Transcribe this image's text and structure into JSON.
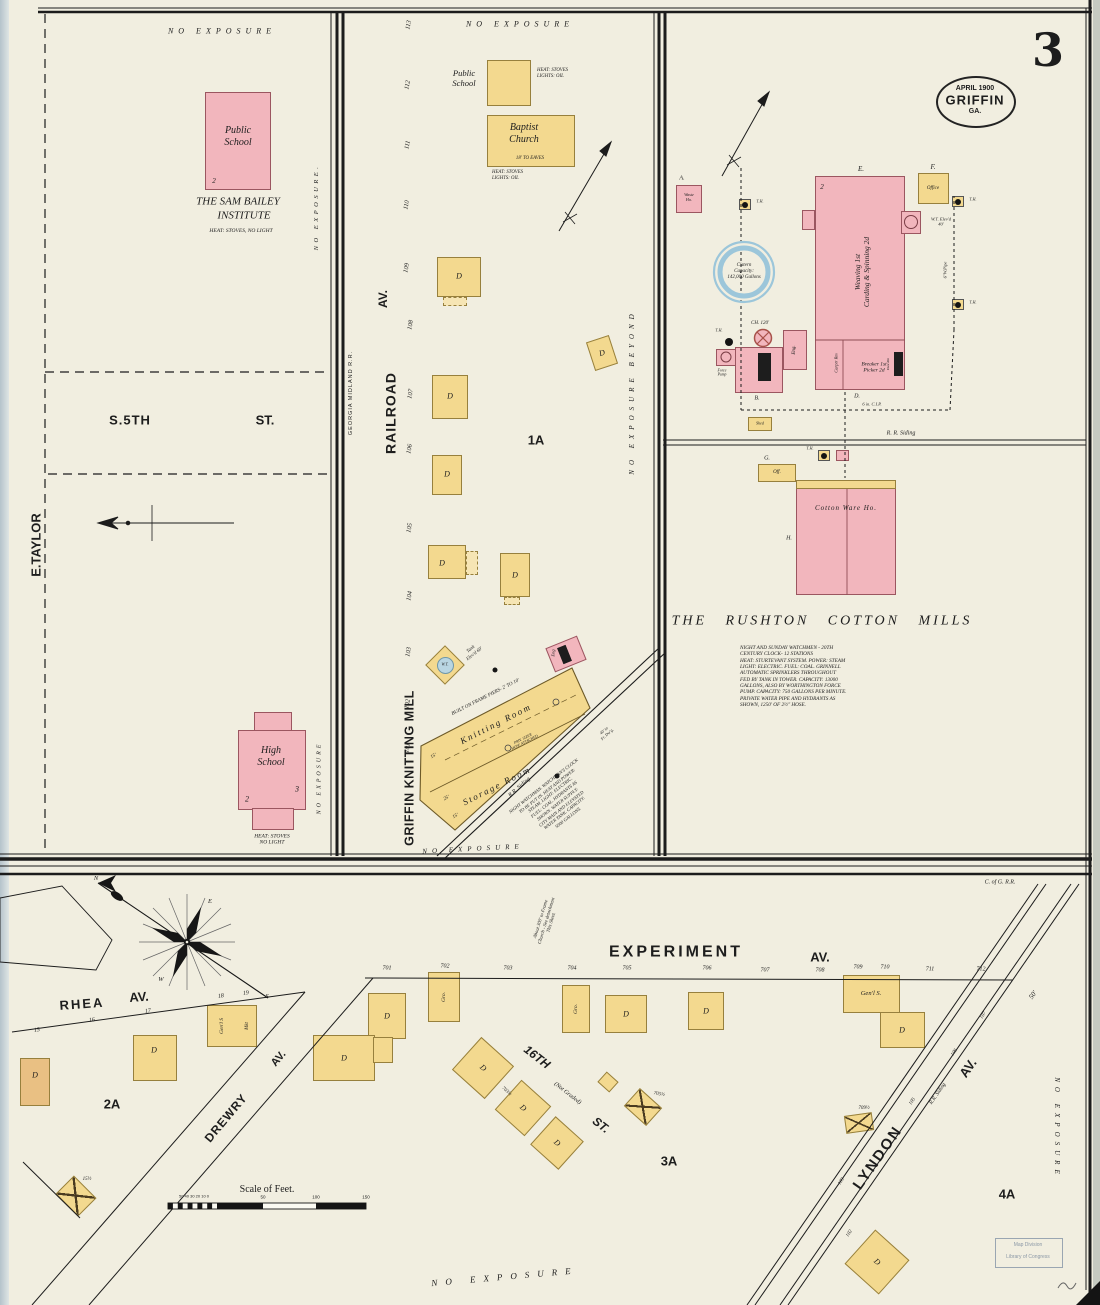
{
  "sheet": {
    "number": "3",
    "oval_line1": "APRIL 1900",
    "oval_line2": "GRIFFIN",
    "oval_line3": "GA."
  },
  "common": {
    "d": "D",
    "th": "T.H.",
    "gro": "Gro."
  },
  "blockA": {
    "no_exposure_top": "No Exposure",
    "public_school": "Public\nSchool",
    "ps_num": "2",
    "institute_line1": "The Sam Bailey",
    "institute_line2": "Institute",
    "institute_note": "Heat: Stoves, No Light",
    "no_exposure_vert": "No Exposure.",
    "s5th": "S.5TH",
    "st": "ST.",
    "e_taylor": "E.TAYLOR",
    "high_school": "High\nSchool",
    "hs_num2": "2",
    "hs_num3": "3",
    "hs_note": "Heat: Stoves\nNo Light",
    "no_exposure_hs": "No Exposure"
  },
  "railroad": {
    "name": "RAILROAD",
    "av": "AV.",
    "gm": "Georgia Midland R.R.",
    "numbers": [
      "113",
      "112",
      "111",
      "110",
      "109",
      "108",
      "107",
      "106",
      "105",
      "104",
      "103",
      "102",
      "101"
    ]
  },
  "blockB": {
    "no_exposure_top": "No Exposure",
    "public_school": "Public\nSchool",
    "ps_note": "Heat: Stoves\nLights: Oil",
    "baptist": "Baptist\nChurch",
    "baptist_eaves": "18' to Eaves",
    "baptist_note": "Heat: Stoves\nLights: Oil",
    "block_1a": "1A",
    "wt": "W.T.",
    "tank_note": "Tank\nElev'd 60'",
    "piers": "Built on Frame Piers- 2' to 10'",
    "knitting_room": "Knitting Room",
    "storage_room": "Storage Room",
    "h15a": "15'",
    "h25": "25'",
    "h15b": "15'",
    "sizer": "Priv. Sizer\nHose Attached",
    "eng": "Eng",
    "rr_siding": "R.R. Siding",
    "to_dwg": "40' to\nFr. Dw'g.",
    "watchman": "Night Watchman. Watchman's Clock\nto be put in. Heat and Power:\nSteam. Light: Electric.\nFuel: Coal. Hydrants as\nshown. Water Supply:\nCity Main and Elevated\nWater Tank. Capacity:\n5000 Gallons.",
    "mill_name": "GRIFFIN KNITTING MILL",
    "no_exposure_bottom": "No Exposure",
    "no_exposure_beyond": "No Exposure Beyond"
  },
  "mills": {
    "a": "A.",
    "waste": "Waste\nHo.",
    "e": "E.",
    "e_num": "2",
    "weaving": "Weaving 1st\nCarding & Spinning 2d",
    "f": "F.",
    "office": "Office",
    "wt40": "W.T. Elev'd\n40'",
    "cistern": "Cistern\nCapacity:\n142,000 Gallons",
    "ch": "CH. 120'",
    "b": "B.",
    "eng": "Eng.",
    "force_pump": "Force\nPump",
    "carpr": "Carptr Rm",
    "breaker": "Breaker 1st\nPicker 2d",
    "d": "D.",
    "dust": "Dust Rm",
    "cip": "6 in. C.I.P.",
    "shed": "Shed",
    "rr_siding": "R. R. Siding",
    "g": "G.",
    "off": "Off.",
    "ware": "Cotton Ware Ho.",
    "h": "H.",
    "wpipe": "6\"W.Pipe",
    "title": "THE RUSHTON COTTON MILLS",
    "notes": "Night and Sunday Watchmen - 20th\nCentury Clock- 12 Stations\nHeat: Sturtevant System. Power: Steam\nLight: Electric. Fuel: Coal. Grinnell\nAutomatic Sprinklers Throughout\nFed by Tank in Tower. Capacity: 13000\nGallons, also by Worthington Force\nPump. Capacity: 750 Gallons per Minute.\nPrivate Water Pipe and Hydrants as\nShown, 1250' of 2½\" Hose.",
    "cofg": "C. of G. R.R."
  },
  "bottom": {
    "experiment": "EXPERIMENT",
    "experiment_av": "AV.",
    "numbers": [
      "701",
      "702",
      "703",
      "704",
      "705",
      "706",
      "707",
      "708",
      "709",
      "710",
      "711",
      "712"
    ],
    "church_note": "About 300' to Frame\nChurch - See detachment\nThis Sheet.",
    "genl_s": "Gen'l S.",
    "genl_s2": "Gen'l S",
    "mkt": "Mkt",
    "st16": "16TH",
    "not_graded": "(Not Graded)",
    "st": "ST.",
    "n703": "703½",
    "n705": "705½",
    "n709": "709½",
    "n15h": "15½",
    "block_2a": "2A",
    "block_3a": "3A",
    "block_4a": "4A",
    "rhea": "RHEA",
    "rhea_av": "AV.",
    "rhea_numbers": [
      "15",
      "16",
      "17",
      "18",
      "19"
    ],
    "drewry": "DREWRY",
    "drewry_av": "AV.",
    "lyndon": "LYNDON",
    "lyndon_av": "AV.",
    "lyndon_rr": "R.R. Siding",
    "fifty": "50'",
    "lyndon_numbers": [
      "107",
      "106",
      "105",
      "103",
      "102"
    ],
    "scale_label": "Scale of Feet.",
    "scale_sub": "50 40 30 20 10 0",
    "scale_50": "50",
    "scale_100": "100",
    "scale_150": "150",
    "compass": {
      "n": "N",
      "e": "E",
      "s": "S",
      "w": "W"
    },
    "no_exposure_bottom": "No Exposure",
    "no_exposure_right": "No Exposure"
  },
  "stamp": {
    "line1": "Map Division",
    "line2": "Library of Congress"
  }
}
